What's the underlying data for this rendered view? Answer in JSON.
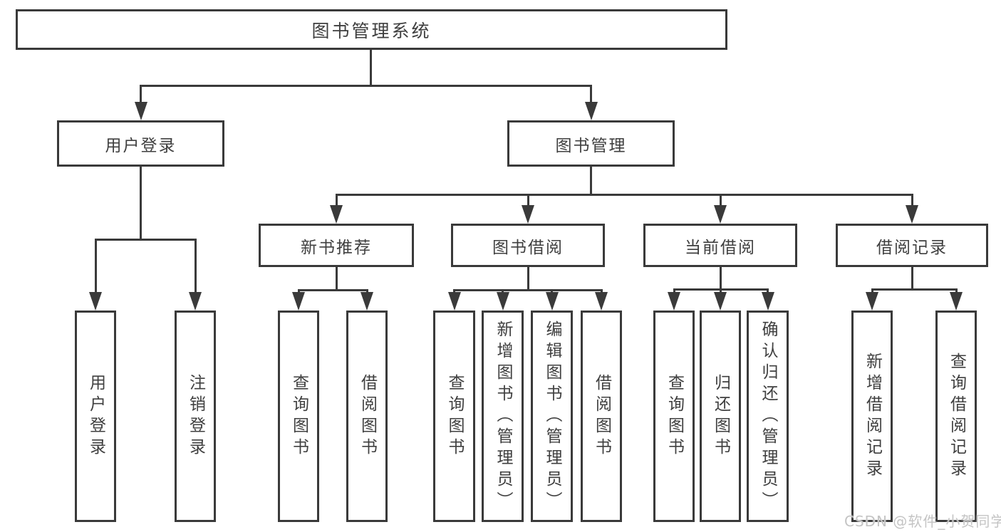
{
  "diagram": {
    "root": {
      "label": "图书管理系统"
    },
    "level2": [
      {
        "label": "用户登录"
      },
      {
        "label": "图书管理"
      }
    ],
    "level3": [
      {
        "label": "新书推荐"
      },
      {
        "label": "图书借阅"
      },
      {
        "label": "当前借阅"
      },
      {
        "label": "借阅记录"
      }
    ],
    "leaves": {
      "user_login": [
        {
          "label": "用户登录"
        },
        {
          "label": "注销登录"
        }
      ],
      "new_book": [
        {
          "label": "查询图书"
        },
        {
          "label": "借阅图书"
        }
      ],
      "book_borrow": [
        {
          "label": "查询图书"
        },
        {
          "label": "新增图书（管理员）"
        },
        {
          "label": "编辑图书（管理员）"
        },
        {
          "label": "借阅图书"
        }
      ],
      "current_borrow": [
        {
          "label": "查询图书"
        },
        {
          "label": "归还图书"
        },
        {
          "label": "确认归还（管理员）"
        }
      ],
      "borrow_records": [
        {
          "label": "新增借阅记录"
        },
        {
          "label": "查询借阅记录"
        }
      ]
    }
  },
  "watermark": {
    "text": "CSDN @软件_小贺同学"
  },
  "colors": {
    "line": "#3a3a3a",
    "text": "#3f3f3f",
    "box_bg": "#ffffff",
    "background": "#ffffff",
    "watermark": "#c4c4c4"
  }
}
